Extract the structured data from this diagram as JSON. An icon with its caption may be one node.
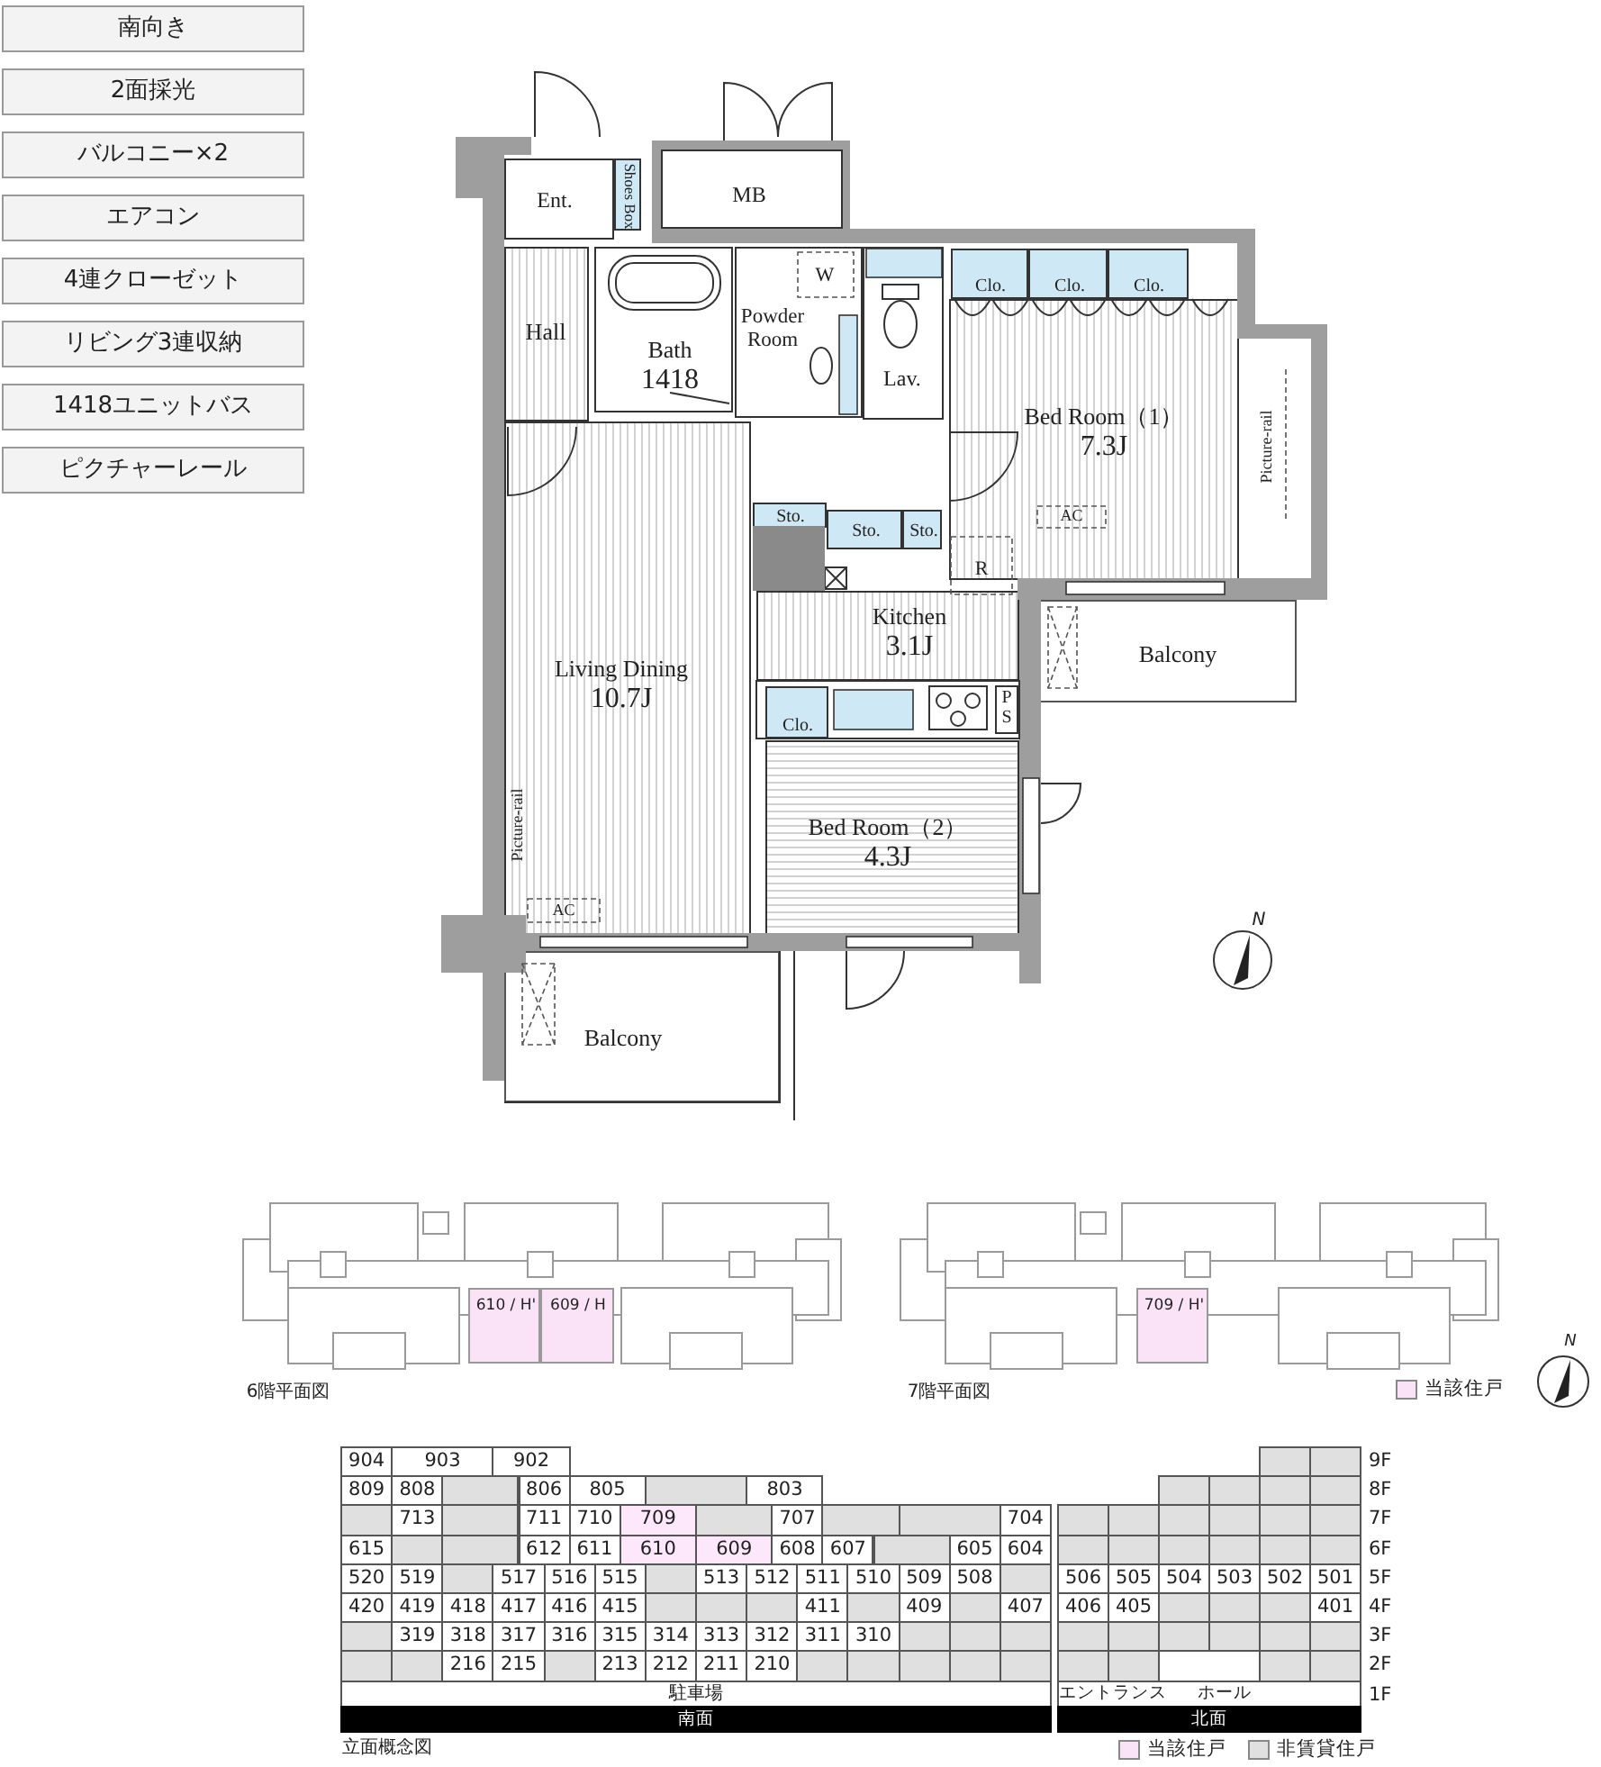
{
  "diagram": {
    "nodes": [
      {
        "text": [
          "南向き"
        ]
      },
      {
        "text": [
          "2面採光"
        ]
      },
      {
        "text": [
          "バルコニー×2"
        ]
      },
      {
        "text": [
          "エアコン"
        ]
      },
      {
        "text": [
          "4連クローゼット"
        ]
      },
      {
        "text": [
          "リビング3連収納"
        ]
      },
      {
        "text": [
          "1418ユニットバス"
        ]
      },
      {
        "text": [
          "ピクチャーレール"
        ]
      },
      {
        "text": [
          "Ent."
        ]
      },
      {
        "text": [
          "Shoes Box"
        ]
      },
      {
        "text": [
          "MB"
        ]
      },
      {
        "text": [
          "Hall"
        ]
      },
      {
        "text": [
          "Bath",
          "1418"
        ]
      },
      {
        "text": [
          "Powder Room"
        ]
      },
      {
        "text": [
          "Lav."
        ]
      },
      {
        "text": [
          "Clo."
        ]
      },
      {
        "text": [
          "Clo."
        ]
      },
      {
        "text": [
          "Clo."
        ]
      },
      {
        "text": [
          "Bed Room（1）",
          "7.3J"
        ]
      },
      {
        "text": [
          "Sto."
        ]
      },
      {
        "text": [
          "Sto."
        ]
      },
      {
        "text": [
          "Sto."
        ]
      },
      {
        "text": [
          "Kitchen",
          "3.1J"
        ]
      },
      {
        "text": [
          "Balcony"
        ]
      },
      {
        "text": [
          "Living Dining",
          "10.7J"
        ]
      },
      {
        "text": [
          "Clo."
        ]
      },
      {
        "text": [
          "Bed Room（2）",
          "4.3J"
        ]
      },
      {
        "text": [
          "Balcony"
        ]
      },
      {
        "text": [
          "610 / H'"
        ]
      },
      {
        "text": [
          "609 / H"
        ]
      },
      {
        "text": [
          "709 / H'"
        ]
      }
    ],
    "labels": [
      "W",
      "Picture-rail",
      "AC",
      "R",
      "PS",
      "Picture-rail",
      "AC",
      "N",
      "6階平面図",
      "7階平面図",
      "N",
      "904",
      "903",
      "902",
      "9F",
      "809",
      "808",
      "806",
      "805",
      "803",
      "8F",
      "713",
      "711",
      "710",
      "709",
      "707",
      "704",
      "7F",
      "615",
      "612",
      "611",
      "610",
      "609",
      "608",
      "607",
      "605",
      "604",
      "6F",
      "520",
      "519",
      "517",
      "516",
      "515",
      "513",
      "512",
      "511",
      "510",
      "509",
      "508",
      "506",
      "505",
      "504",
      "503",
      "502",
      "501",
      "5F",
      "420",
      "419",
      "418",
      "417",
      "416",
      "415",
      "411",
      "409",
      "407",
      "406",
      "405",
      "401",
      "4F",
      "319",
      "318",
      "317",
      "316",
      "315",
      "314",
      "313",
      "312",
      "311",
      "310",
      "3F",
      "216",
      "215",
      "213",
      "212",
      "211",
      "210",
      "2F",
      "駐車場",
      "エントランス",
      "ホール",
      "1F",
      "南面",
      "北面",
      "立面概念図"
    ],
    "legend": [
      {
        "text": "当該住戸",
        "color": "#fbe3f7"
      },
      {
        "text": "当該住戸",
        "color": "#fbe3f7"
      },
      {
        "text": "非賃貸住戸",
        "color": "#e0e0e0"
      }
    ]
  }
}
